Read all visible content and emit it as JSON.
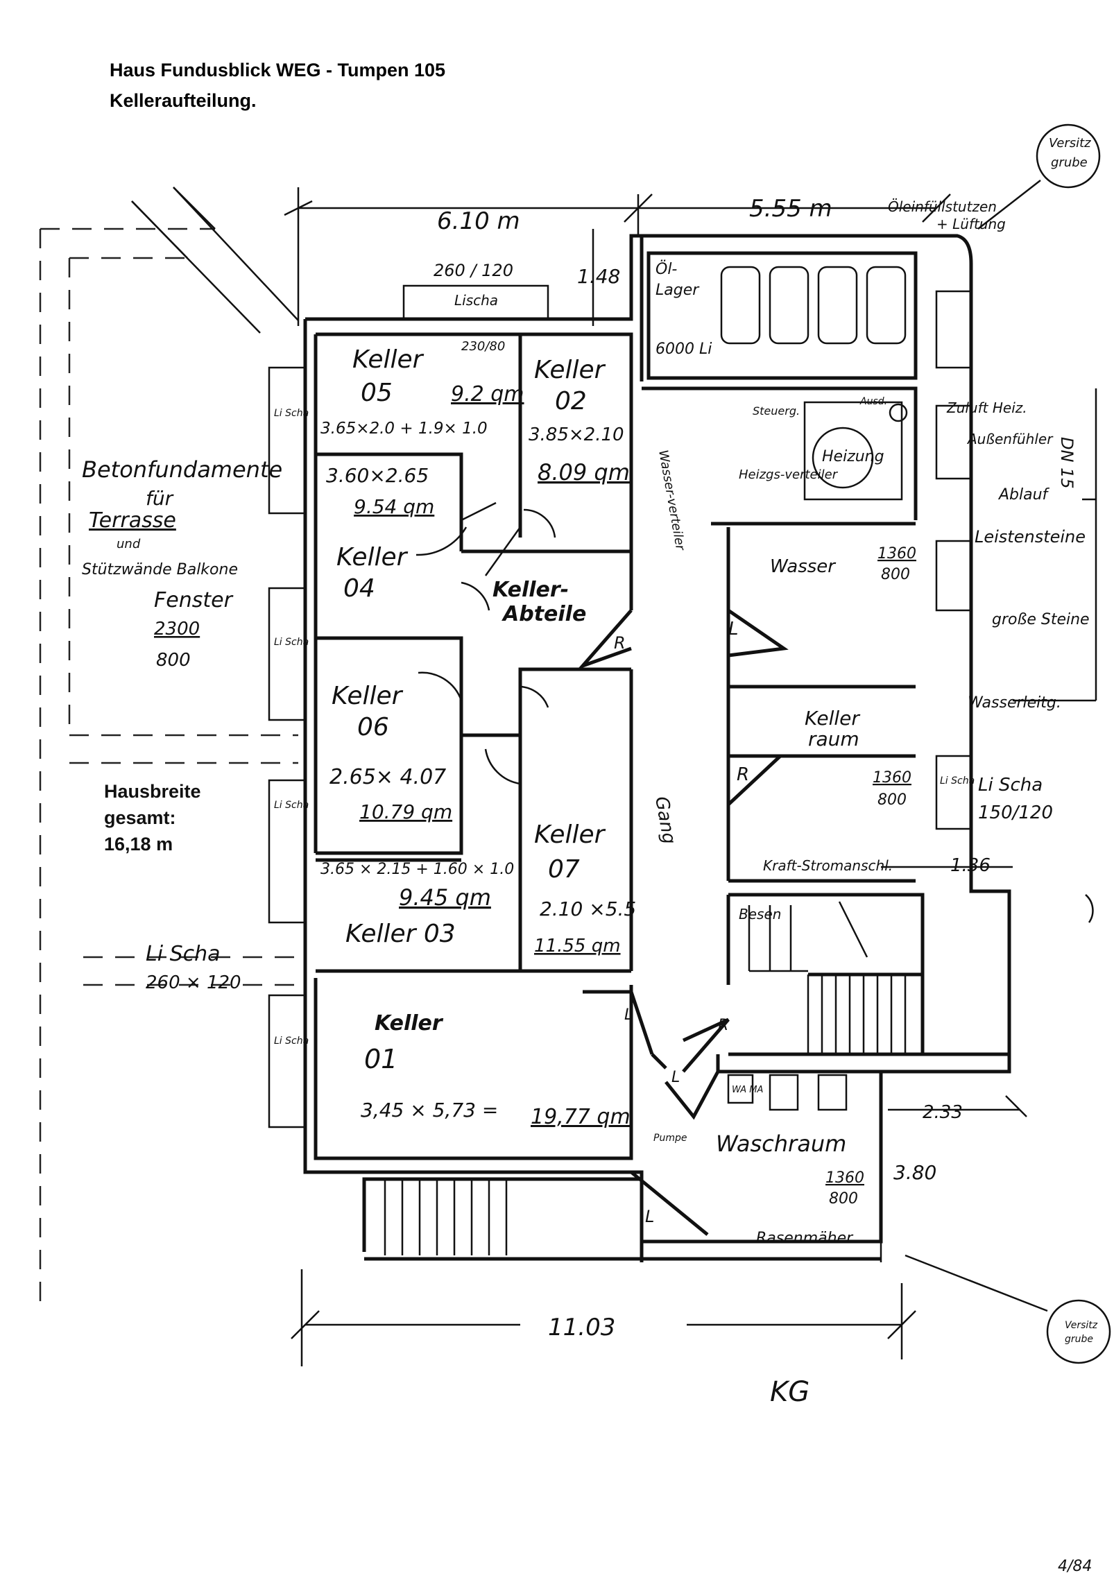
{
  "header": {
    "title_line1": "Haus Fundusblick   WEG - Tumpen 105",
    "title_line2": "Kelleraufteilung."
  },
  "hausbreite": {
    "line1": "Hausbreite",
    "line2": "gesamt:",
    "line3": "16,18 m"
  },
  "dimensions": {
    "top_left": "6.10 m",
    "top_right": "5.55 m",
    "bottom": "11.03",
    "d148": "1.48",
    "d136": "1.36",
    "d233": "2.33",
    "d380": "3.80",
    "dn": "DN 15"
  },
  "rooms": {
    "keller05": {
      "name": "Keller",
      "num": "05",
      "area": "9.2 qm",
      "dims": "3.65×2.0 + 1.9× 1.0"
    },
    "keller02": {
      "name": "Keller",
      "num": "02",
      "dims": "3.85×2.10",
      "area": "8.09 qm"
    },
    "keller04": {
      "dims": "3.60×2.65",
      "area": "9.54 qm",
      "name": "Keller",
      "num": "04"
    },
    "abteile": {
      "line1": "Keller-",
      "line2": "Abteile"
    },
    "keller06": {
      "name": "Keller",
      "num": "06",
      "dims": "2.65× 4.07",
      "area": "10.79 qm"
    },
    "keller03": {
      "dims": "3.65 × 2.15 + 1.60 × 1.0",
      "area": "9.45 qm",
      "name": "Keller  03"
    },
    "keller07": {
      "name": "Keller",
      "num": "07",
      "dims": "2.10 ×5.5",
      "area": "11.55 qm"
    },
    "keller01": {
      "name": "Keller",
      "num": "01",
      "formula": "3,45  ×  5,73  =",
      "area": "19,77 qm"
    },
    "waschraum": "Waschraum",
    "gang": "Gang",
    "kellerraum": {
      "line1": "Keller",
      "line2": "raum"
    },
    "wasser": "Wasser",
    "heizung": "Heizung",
    "oellager": {
      "line1": "Öl-",
      "line2": "Lager",
      "line3": "6000 Li"
    }
  },
  "windows": {
    "top": {
      "size": "260 / 120",
      "label": "Lischa",
      "sub": "230/80"
    },
    "right": {
      "label": "Li Scha",
      "size": "150/120"
    },
    "left": {
      "label": "Li Scha",
      "size": "260 × 120"
    },
    "fenster": {
      "label": "Fenster",
      "num": "2300",
      "den": "800"
    },
    "r1": {
      "num": "1360",
      "den": "800"
    },
    "r2": {
      "num": "1360",
      "den": "800"
    },
    "r3": {
      "num": "1360",
      "den": "800"
    },
    "li": "Li Scha"
  },
  "notes": {
    "beton1": "Betonfundamente",
    "beton2": "für",
    "beton3": "Terrasse",
    "beton4": "und",
    "stutz": "Stützwände Balkone",
    "oeleinfuell": "Öleinfüllstutzen",
    "lueftung": "+ Lüftung",
    "versitz1": "Versitz",
    "versitz2": "grube",
    "zuluft": "Zuluft Heiz.",
    "aussen": "Außenfühler",
    "ablauf": "Ablauf",
    "leisten": "Leistensteine",
    "grosse": "große Steine",
    "wasserleit": "Wasserleitg.",
    "steuer": "Steuerg.",
    "ausd": "Ausd.",
    "heizgverteiler": "Heizgs-verteiler",
    "wasserverteiler": "Wasser-verteiler",
    "kraftstrom": "Kraft-Stromanschl.",
    "besen": "Besen",
    "pumpe": "Pumpe",
    "wama": "WA MA",
    "rasenmaeher": "Rasenmäher",
    "kg": "KG",
    "page_no": "4/84"
  },
  "door_marks": {
    "R": "R",
    "L": "L"
  }
}
